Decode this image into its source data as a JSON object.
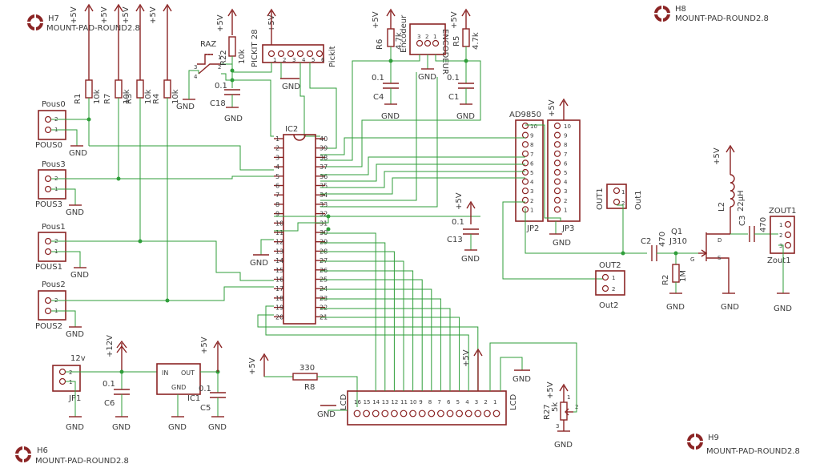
{
  "mount_pads": [
    {
      "ref": "H7",
      "value": "MOUNT-PAD-ROUND2.8"
    },
    {
      "ref": "H8",
      "value": "MOUNT-PAD-ROUND2.8"
    },
    {
      "ref": "H6",
      "value": "MOUNT-PAD-ROUND2.8"
    },
    {
      "ref": "H9",
      "value": "MOUNT-PAD-ROUND2.8"
    }
  ],
  "supply": {
    "p5v": "+5V",
    "p12v": "+12V",
    "gnd": "GND"
  },
  "resistors": {
    "R1": {
      "ref": "R1",
      "value": "10k"
    },
    "R7": {
      "ref": "R7",
      "value": "10k"
    },
    "R3": {
      "ref": "R3",
      "value": "10k"
    },
    "R4": {
      "ref": "R4",
      "value": "10k"
    },
    "R22": {
      "ref": "R22",
      "value": "10k"
    },
    "R6": {
      "ref": "R6",
      "value": "4.7k"
    },
    "R5": {
      "ref": "R5",
      "value": "4.7k"
    },
    "R8": {
      "ref": "R8",
      "value": "330"
    },
    "R2": {
      "ref": "R2",
      "value": "1M"
    },
    "R27": {
      "ref": "R27",
      "value": "5k"
    }
  },
  "capacitors": {
    "C18": {
      "ref": "C18",
      "value": "0.1"
    },
    "C4": {
      "ref": "C4",
      "value": "0.1"
    },
    "C1": {
      "ref": "C1",
      "value": "0.1"
    },
    "C13": {
      "ref": "C13",
      "value": "0.1"
    },
    "C6": {
      "ref": "C6",
      "value": "0.1"
    },
    "C5": {
      "ref": "C5",
      "value": "0.1"
    },
    "C2": {
      "ref": "C2",
      "value": "470"
    },
    "C3": {
      "ref": "C3",
      "value": "470"
    }
  },
  "switch": {
    "ref": "RAZ",
    "pins": [
      "3",
      "4",
      "1",
      "2"
    ]
  },
  "pickit": {
    "ref": "PICKIT 28",
    "name": "Pickit",
    "pins": [
      "1",
      "2",
      "3",
      "4",
      "5",
      "6"
    ]
  },
  "encodeur": {
    "ref": "ENCODEUR",
    "name": "Encodeur",
    "pins": [
      "3",
      "2",
      "1"
    ]
  },
  "buttons": [
    {
      "top": "Pous0",
      "bottom": "POUS0"
    },
    {
      "top": "Pous3",
      "bottom": "POUS3"
    },
    {
      "top": "Pous1",
      "bottom": "POUS1"
    },
    {
      "top": "Pous2",
      "bottom": "POUS2"
    }
  ],
  "mcu": {
    "ref": "IC2",
    "left_pins": [
      "1",
      "2",
      "3",
      "4",
      "5",
      "6",
      "7",
      "8",
      "9",
      "10",
      "11",
      "12",
      "13",
      "14",
      "15",
      "16",
      "17",
      "18",
      "19",
      "20"
    ],
    "right_pins": [
      "40",
      "39",
      "38",
      "37",
      "36",
      "35",
      "34",
      "33",
      "32",
      "31",
      "30",
      "29",
      "28",
      "27",
      "26",
      "25",
      "24",
      "23",
      "22",
      "21"
    ]
  },
  "dds": {
    "ref": "AD9850",
    "jp2": "JP2",
    "jp3": "JP3",
    "pins": [
      "10",
      "9",
      "8",
      "7",
      "6",
      "5",
      "4",
      "3",
      "2",
      "1"
    ]
  },
  "out1": {
    "ref": "OUT1",
    "name": "Out1",
    "pins": [
      "2",
      "1"
    ]
  },
  "out2": {
    "ref": "OUT2",
    "name": "Out2",
    "pins": [
      "1",
      "2"
    ]
  },
  "zout": {
    "ref": "ZOUT1",
    "name": "Zout1",
    "pins": [
      "1",
      "2",
      "3"
    ]
  },
  "transistor": {
    "ref": "Q1",
    "value": "J310",
    "d": "D",
    "g": "G",
    "s": "S"
  },
  "inductor": {
    "ref": "L2",
    "value": "22µH"
  },
  "jp1": {
    "ref": "JP1",
    "value": "12v",
    "pins": [
      "2",
      "1"
    ]
  },
  "regulator": {
    "ref": "IC1",
    "in": "IN",
    "out": "OUT",
    "gnd": "GND"
  },
  "lcd": {
    "name": "LCD",
    "pins": [
      "16",
      "15",
      "14",
      "13",
      "12",
      "11",
      "10",
      "9",
      "8",
      "7",
      "6",
      "5",
      "4",
      "3",
      "2",
      "1"
    ]
  },
  "pot_pins": [
    "1",
    "2",
    "3"
  ]
}
